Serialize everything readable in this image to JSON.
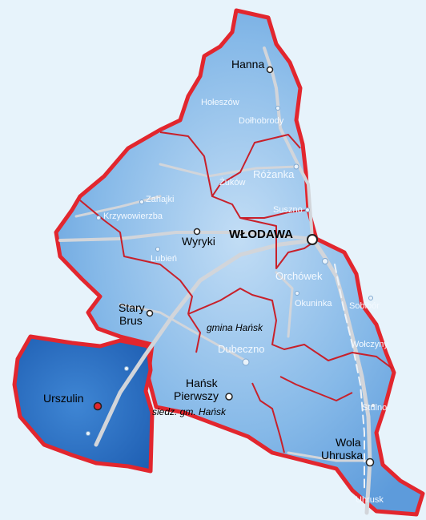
{
  "map": {
    "colors": {
      "background": "#e7f3fb",
      "district_fill": "#7fb3e6",
      "highlight_fill": "#2a6fc4",
      "outer_border": "#e2262e",
      "gmina_border": "#c8202a",
      "road": "#d2d5da",
      "highlight_marker": "#e2262e"
    },
    "labels": {
      "hanna": "Hanna",
      "holeszow": "Hołeszów",
      "dolhobrody": "Dołhobrody",
      "rozanka": "Różanka",
      "zukow": "Żuków",
      "suszno": "Suszno",
      "zahajki": "Zahajki",
      "krzywowierzba": "Krzywowierzba",
      "wyryki": "Wyryki",
      "wlodawa": "WŁODAWA",
      "lubien": "Lubień",
      "orchowek": "Orchówek",
      "okuninka": "Okuninka",
      "sobibor": "Sobibór",
      "stary_brus_1": "Stary",
      "stary_brus_2": "Brus",
      "gmina_hansk": "gmina Hańsk",
      "dubeczno": "Dubeczno",
      "wolczyny": "Wołczyny",
      "hansk_1": "Hańsk",
      "hansk_2": "Pierwszy",
      "siedz": "siedz. gm. Hańsk",
      "urszulin": "Urszulin",
      "stulno": "Stulno",
      "wola_1": "Wola",
      "wola_2": "Uhruska",
      "uhrusk": "Uhrusk"
    }
  }
}
